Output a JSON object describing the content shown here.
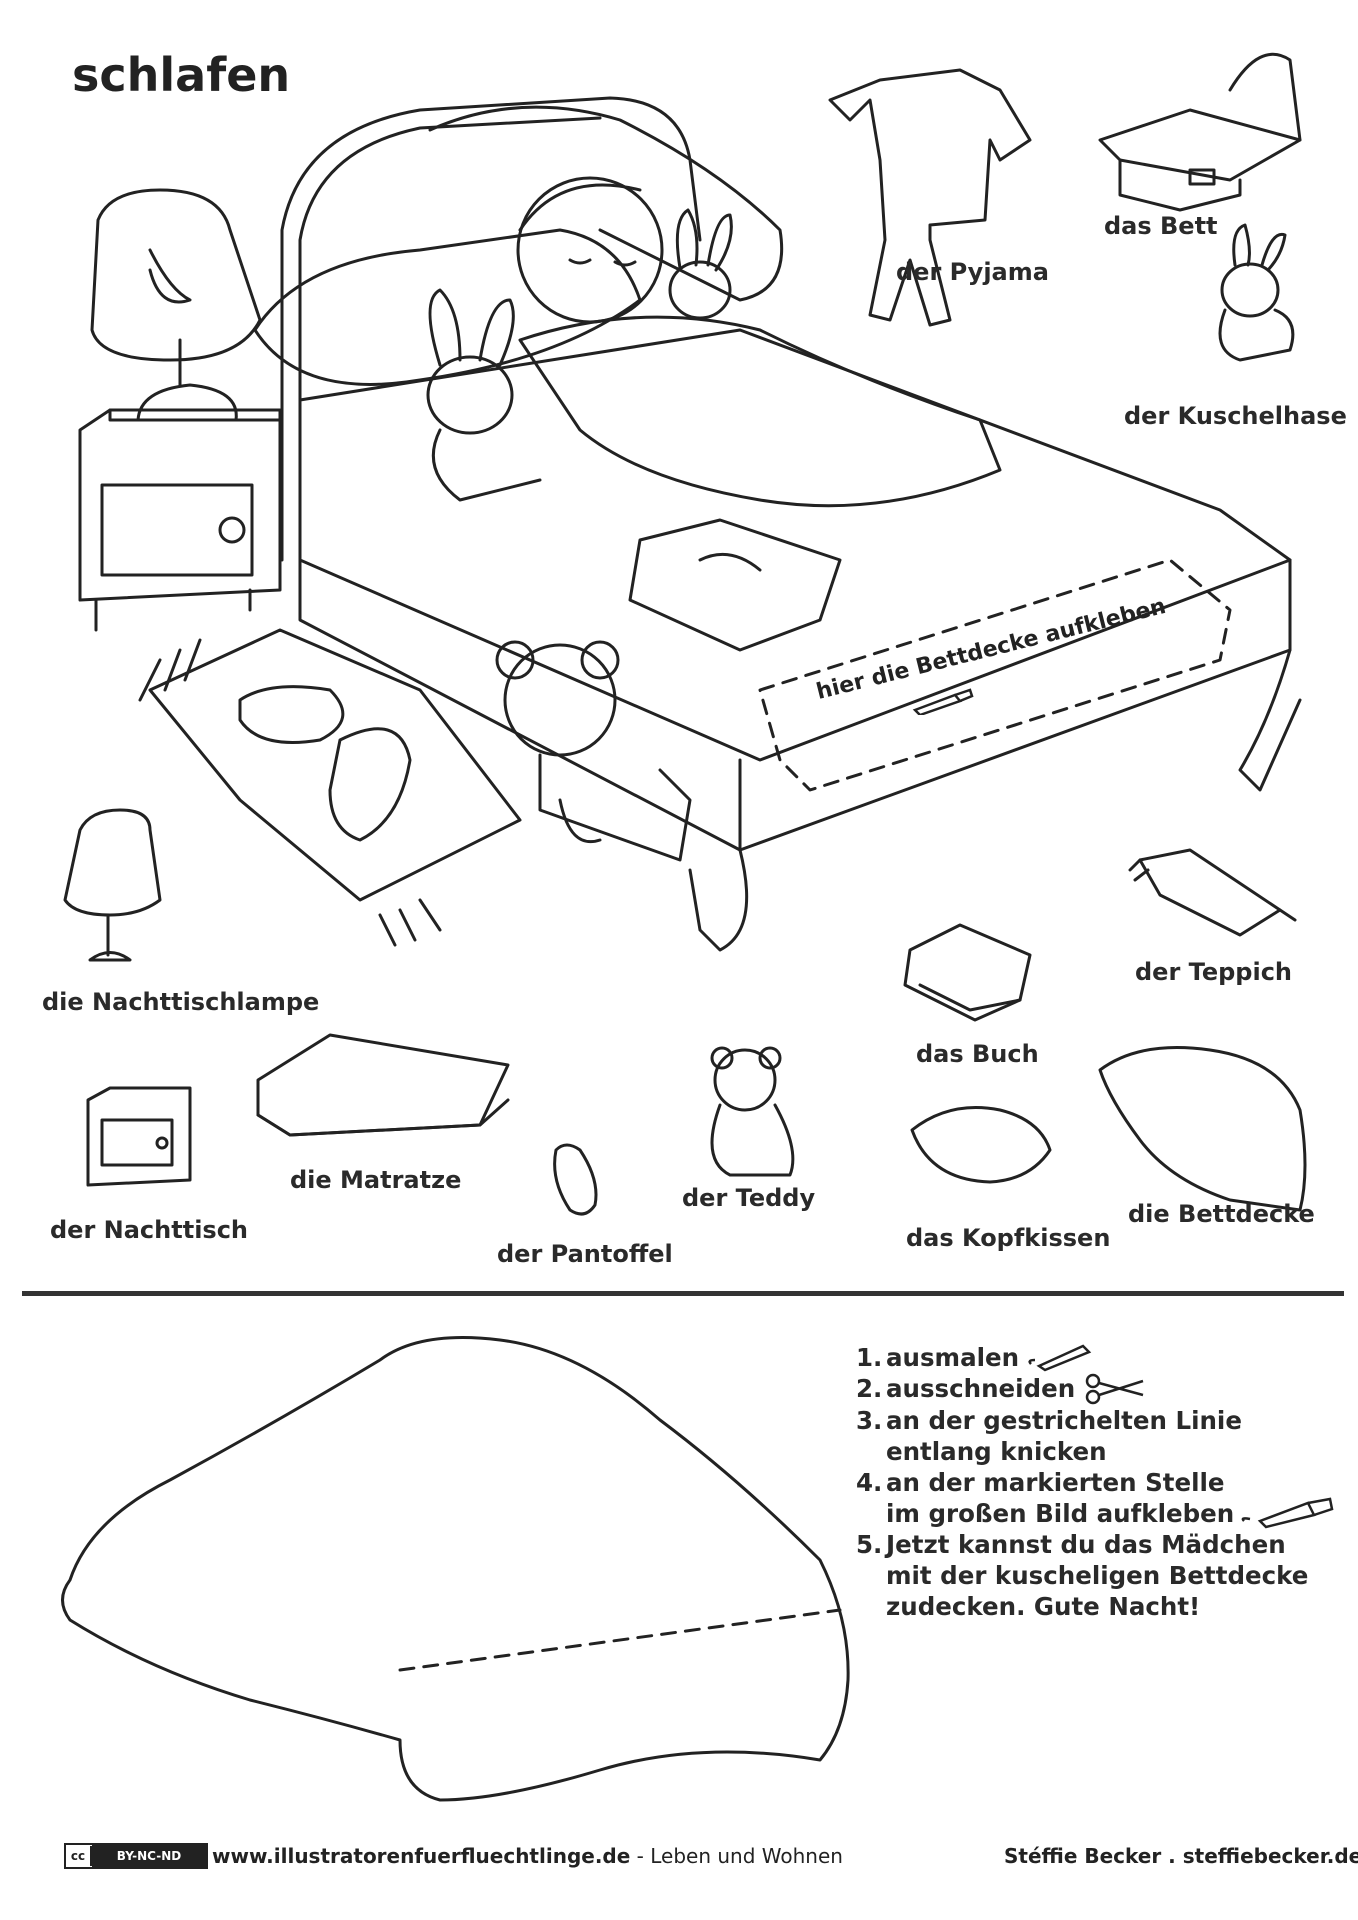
{
  "title": "schlafen",
  "labels": {
    "pyjama": "der Pyjama",
    "bett": "das Bett",
    "kuschelhase": "der Kuschelhase",
    "nachttischlampe": "die Nachttischlampe",
    "teppich": "der Teppich",
    "buch": "das Buch",
    "nachttisch": "der Nachttisch",
    "matratze": "die Matratze",
    "pantoffel": "der Pantoffel",
    "teddy": "der Teddy",
    "kopfkissen": "das Kopfkissen",
    "bettdecke": "die Bettdecke"
  },
  "glue_hint": "hier die Bettdecke aufkleben",
  "instructions": [
    {
      "num": "1.",
      "lines": [
        "ausmalen"
      ]
    },
    {
      "num": "2.",
      "lines": [
        "ausschneiden"
      ]
    },
    {
      "num": "3.",
      "lines": [
        "an der gestrichelten Linie",
        "entlang knicken"
      ]
    },
    {
      "num": "4.",
      "lines": [
        "an der markierten Stelle",
        "im großen Bild aufkleben"
      ]
    },
    {
      "num": "5.",
      "lines": [
        "Jetzt kannst du das Mädchen",
        "mit der kuscheligen Bettdecke",
        "zudecken. Gute Nacht!"
      ]
    }
  ],
  "footer": {
    "license_logo": "cc",
    "license": "BY-NC-ND",
    "website": "www.illustratorenfuerfluechtlinge.de",
    "section": " - Leben und Wohnen",
    "author": "Stéffie Becker . steffiebecker.de"
  },
  "icons": [
    "pencil-icon",
    "scissors-icon",
    "glue-tube-icon"
  ]
}
